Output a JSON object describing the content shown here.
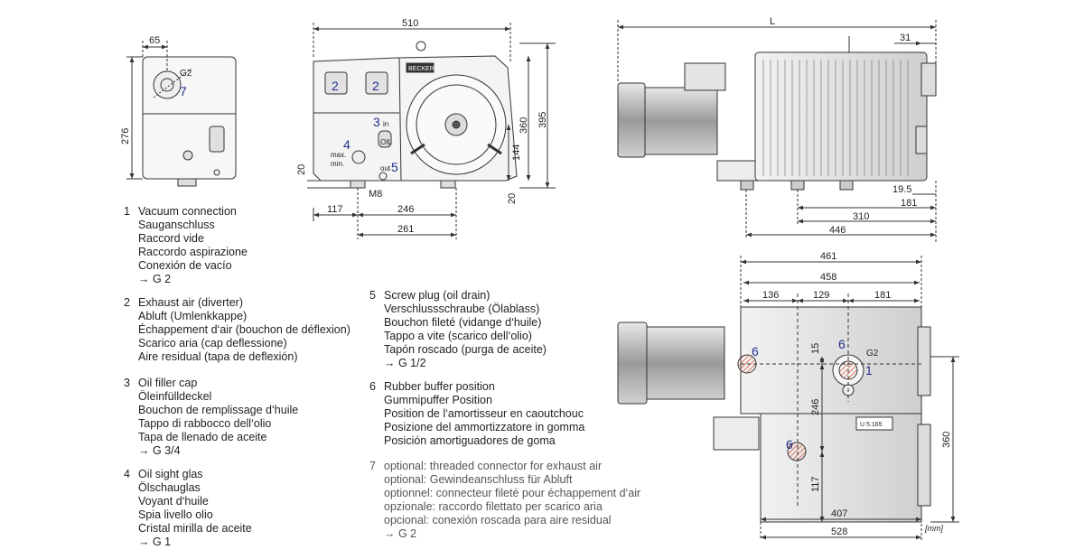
{
  "dims": {
    "d65": "65",
    "d276": "276",
    "d510": "510",
    "d395": "395",
    "d360a": "360",
    "d144": "144",
    "d20a": "20",
    "d20b": "20",
    "m8": "M8",
    "d117a": "117",
    "d246a": "246",
    "d261": "261",
    "L": "L",
    "d31": "31",
    "d19_5": "19.5",
    "d181a": "181",
    "d310": "310",
    "d446": "446",
    "d461": "461",
    "d458": "458",
    "d136": "136",
    "d129": "129",
    "d181b": "181",
    "d15": "15",
    "d246b": "246",
    "d117b": "117",
    "d360b": "360",
    "d407": "407",
    "d528": "528",
    "unit": "[mm]"
  },
  "markers": {
    "m1": "1",
    "m2a": "2",
    "m2b": "2",
    "m3": "3",
    "m4": "4",
    "m5": "5",
    "m6a": "6",
    "m6b": "6",
    "m7": "7"
  },
  "small_labels": {
    "g2a": "G2",
    "g2b": "G2",
    "in": "in",
    "oil": "OIL",
    "max": "max.",
    "min": "min.",
    "out": "out",
    "brand": "BECKER",
    "plate": "U 5.165"
  },
  "legend": [
    {
      "n": "1",
      "lines": [
        "Vacuum connection",
        "Sauganschluss",
        "Raccord vide",
        "Raccordo aspirazione",
        "Conexión de vacío",
        "→ G 2"
      ]
    },
    {
      "n": "2",
      "lines": [
        "Exhaust air (diverter)",
        "Abluft (Umlenkkappe)",
        "Échappement d‘air (bouchon de déflexion)",
        "Scarico aria (cap deflessione)",
        "Aire residual (tapa de deflexión)"
      ]
    },
    {
      "n": "3",
      "lines": [
        "Oil filler cap",
        "Öleinfülldeckel",
        "Bouchon de remplissage d‘huile",
        "Tappo di rabbocco dell‘olio",
        "Tapa de llenado de aceite",
        "→ G 3/4"
      ]
    },
    {
      "n": "4",
      "lines": [
        "Oil sight glas",
        "Ölschauglas",
        "Voyant d‘huile",
        "Spia livello olio",
        "Cristal mirilla de aceite",
        "→ G 1"
      ]
    },
    {
      "n": "5",
      "lines": [
        "Screw plug (oil drain)",
        "Verschlussschraube (Ölablass)",
        "Bouchon fileté (vidange d‘huile)",
        "Tappo a vite (scarico dell‘olio)",
        "Tapón roscado (purga de aceite)",
        "→ G 1/2"
      ]
    },
    {
      "n": "6",
      "lines": [
        "Rubber buffer position",
        "Gummipuffer Position",
        "Position de l‘amortisseur en caoutchouc",
        "Posizione del ammortizzatore in gomma",
        "Posición amortiguadores de goma"
      ]
    },
    {
      "n": "7",
      "lines": [
        "optional: threaded connector for exhaust air",
        "optional: Gewindeanschluss für Abluft",
        "optionnel: connecteur fileté pour échappement d‘air",
        "opzionale: raccordo filettato per scarico aria",
        "opcional: conexión roscada para aire residual",
        "→ G 2"
      ]
    }
  ]
}
